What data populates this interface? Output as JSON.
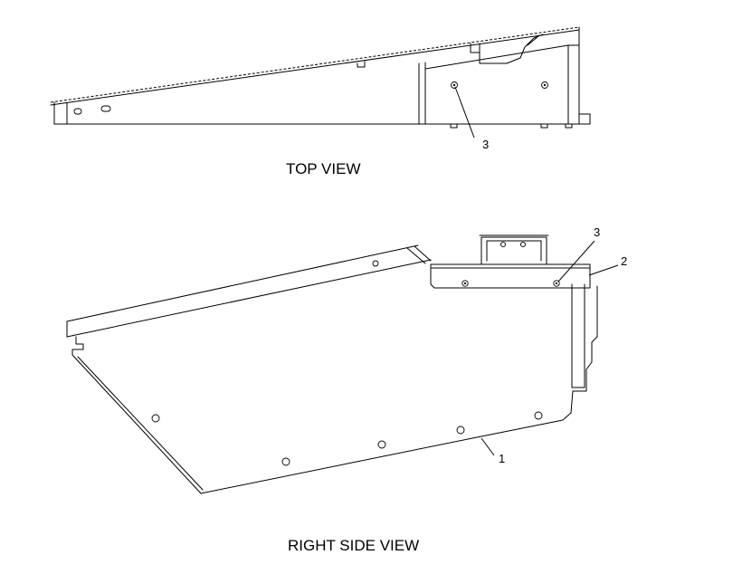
{
  "views": {
    "top": {
      "title": "TOP VIEW",
      "callouts": [
        "3"
      ]
    },
    "right_side": {
      "title": "RIGHT SIDE VIEW",
      "callouts": [
        "3",
        "2",
        "1"
      ]
    }
  }
}
